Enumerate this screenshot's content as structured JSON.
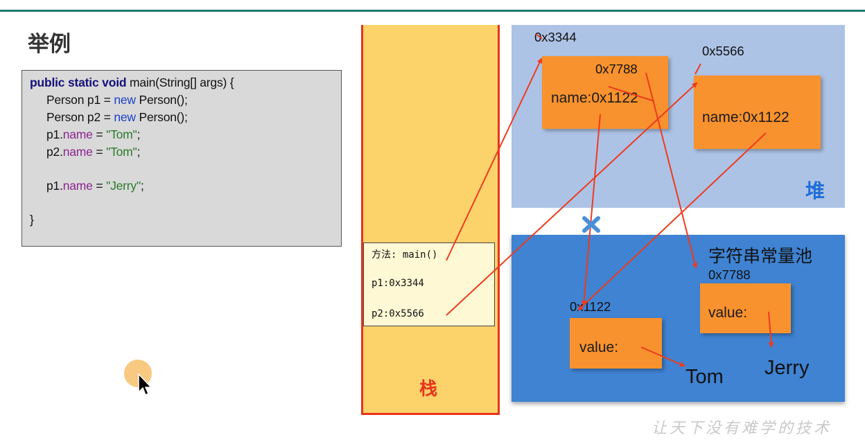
{
  "slide": {
    "title": "举例",
    "watermark": "让天下没有难学的技术"
  },
  "code": {
    "lines": [
      {
        "kw": "public static void",
        "rest": " main(String[] args) {"
      },
      {
        "a": "Person p1 = ",
        "new": "new",
        "b": " Person();"
      },
      {
        "a": "Person p2 = ",
        "new": "new",
        "b": " Person();"
      },
      {
        "obj": "p1.",
        "field": "name",
        "eq": " = ",
        "str": "\"Tom\"",
        "end": ";"
      },
      {
        "obj": "p2.",
        "field": "name",
        "eq": " = ",
        "str": "\"Tom\"",
        "end": ";"
      },
      {
        "obj": "p1.",
        "field": "name",
        "eq": " = ",
        "str": "\"Jerry\"",
        "end": ";"
      },
      {
        "close": "}"
      }
    ]
  },
  "stack": {
    "label": "栈",
    "frame": {
      "method": "方法: main()",
      "p1": "p1:0x3344",
      "p2": "p2:0x5566"
    }
  },
  "heap": {
    "label": "堆",
    "obj1": {
      "address": "0x3344",
      "inner_address": "0x7788",
      "field": "name:0x1122"
    },
    "obj2": {
      "address": "0x5566",
      "field": "name:0x1122"
    }
  },
  "string_pool": {
    "label": "字符串常量池",
    "str1": {
      "address": "0x1122",
      "value_label": "value:",
      "value": "Tom"
    },
    "str2": {
      "address": "0x7788",
      "value_label": "value:",
      "value": "Jerry"
    }
  },
  "colors": {
    "arrow": "#ee3a1e",
    "stack": "#fcd26b",
    "heap": "#adc3e6",
    "pool": "#3f83d2",
    "object": "#f8922e"
  }
}
